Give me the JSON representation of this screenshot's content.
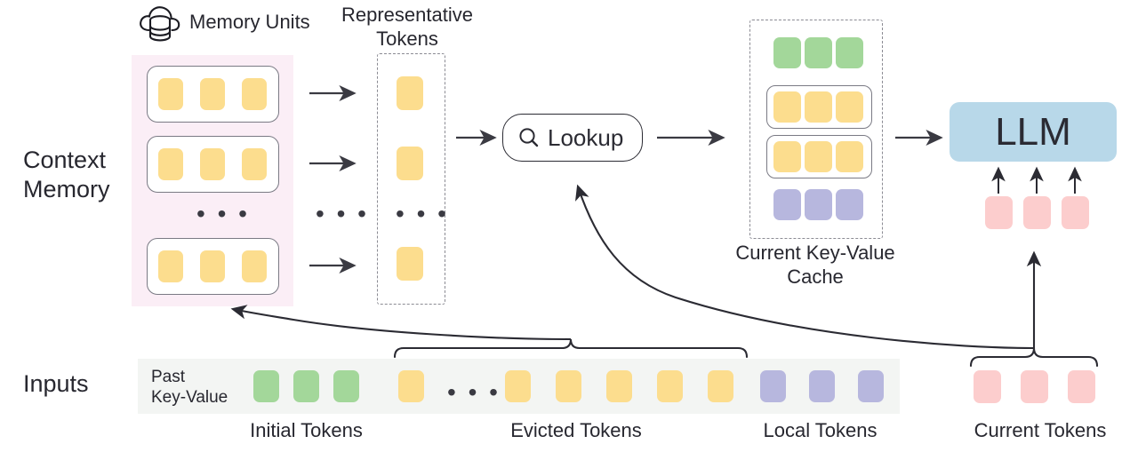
{
  "diagram": {
    "title_icon": "cloud-database-icon",
    "labels": {
      "memory_units": "Memory Units",
      "representative_tokens": "Representative\nTokens",
      "context_memory": "Context\nMemory",
      "lookup": "Lookup",
      "current_kv_cache": "Current Key-Value\nCache",
      "llm": "LLM",
      "inputs": "Inputs",
      "past_key_value": "Past\nKey-Value",
      "initial_tokens": "Initial Tokens",
      "evicted_tokens": "Evicted Tokens",
      "local_tokens": "Local Tokens",
      "current_tokens": "Current Tokens",
      "ellipsis": "• • •"
    },
    "colors": {
      "token_yellow": "#fcdd8e",
      "token_green": "#a3d79a",
      "token_purple": "#b7b7de",
      "token_pink": "#fccdcd",
      "context_memory_bg": "#fbeef6",
      "inputs_strip_bg": "#f3f5f3",
      "llm_bg": "#b8d8e9",
      "stroke": "#2b2b33"
    },
    "context_memory": {
      "units": [
        {
          "tokens": [
            "yellow",
            "yellow",
            "yellow"
          ]
        },
        {
          "tokens": [
            "yellow",
            "yellow",
            "yellow"
          ]
        },
        {
          "tokens": [
            "yellow",
            "yellow",
            "yellow"
          ]
        }
      ],
      "unit_count_display": "3 shown with ellipsis"
    },
    "representative_tokens": {
      "tokens": [
        "yellow",
        "yellow",
        "yellow"
      ]
    },
    "kv_cache": {
      "rows": [
        {
          "color": "green",
          "boxed": false,
          "count": 3
        },
        {
          "color": "yellow",
          "boxed": true,
          "count": 3
        },
        {
          "color": "yellow",
          "boxed": true,
          "count": 3
        },
        {
          "color": "purple",
          "boxed": false,
          "count": 3
        }
      ]
    },
    "llm_inputs": {
      "tokens": [
        "pink",
        "pink",
        "pink"
      ]
    },
    "inputs_strip": {
      "groups": [
        {
          "name": "initial",
          "color": "green",
          "count": 3
        },
        {
          "name": "evicted",
          "color": "yellow",
          "count": 6,
          "has_ellipsis_after_first": true
        },
        {
          "name": "local",
          "color": "purple",
          "count": 3
        }
      ]
    },
    "current_tokens": {
      "tokens": [
        "pink",
        "pink",
        "pink"
      ]
    }
  }
}
